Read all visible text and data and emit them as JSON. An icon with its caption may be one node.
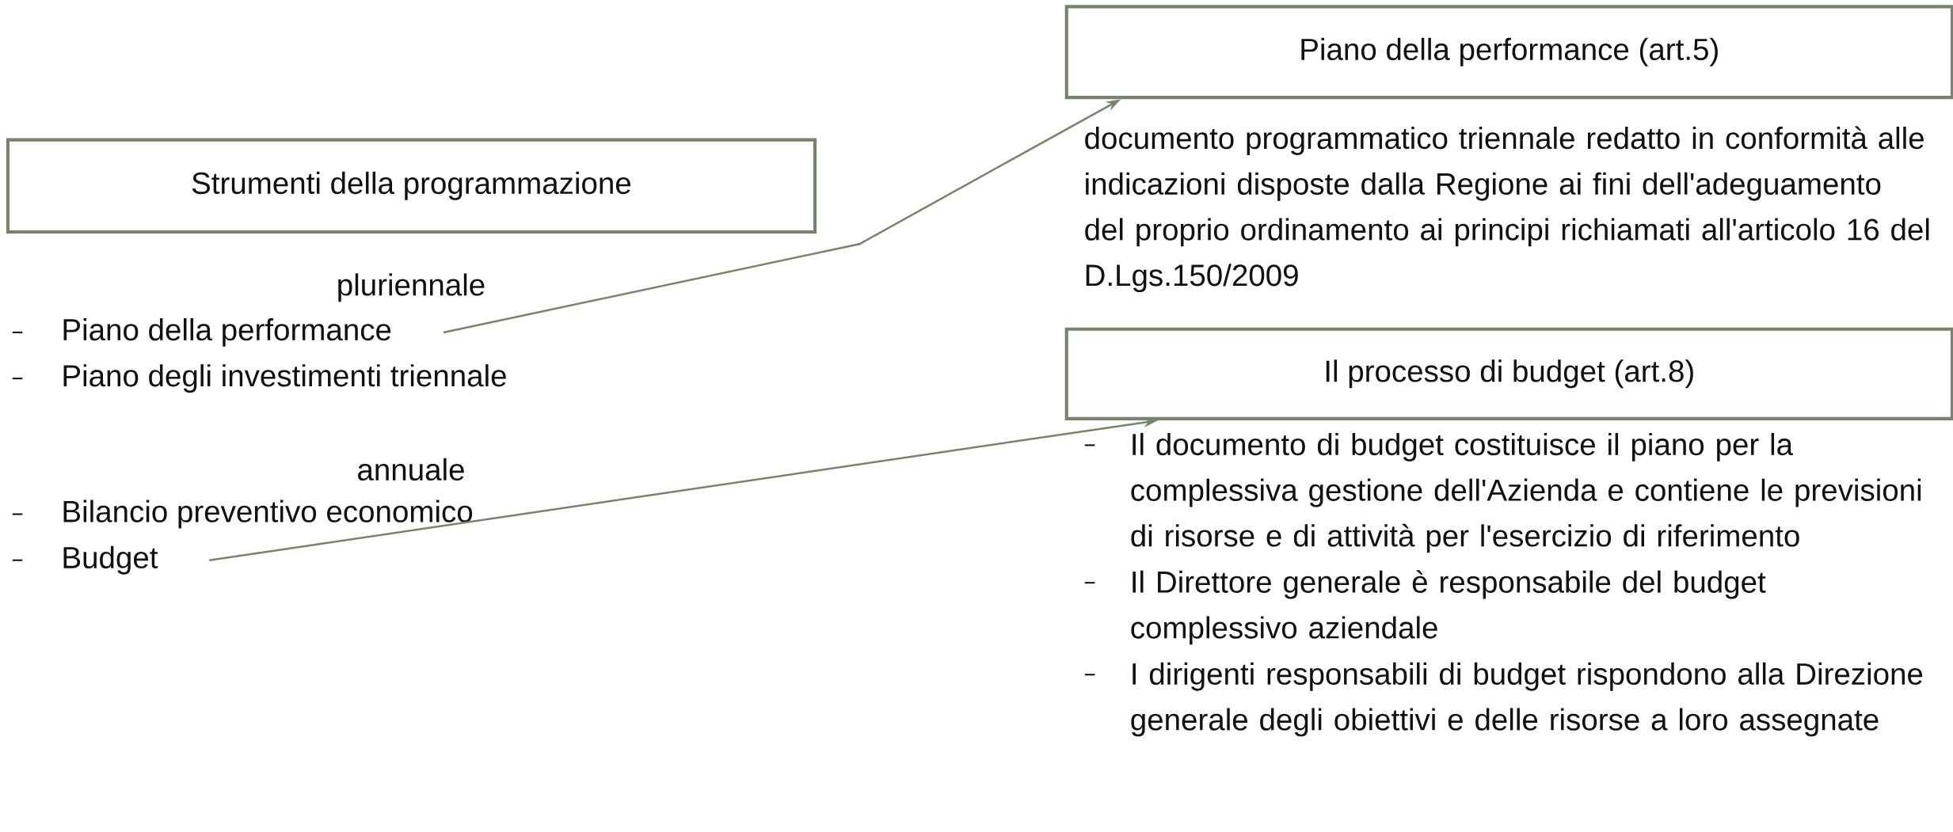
{
  "diagram": {
    "nodes": [
      {
        "text": [
          "Strumenti della programmazione"
        ]
      },
      {
        "text": [
          "Piano della performance"
        ]
      },
      {
        "text": [
          "Budget"
        ]
      },
      {
        "text": [
          "Piano della performance (art.5)"
        ],
        "beside": [
          "documento programmatico triennale redatto in conformità alle indicazioni disposte dalla Regione ai fini dell'adeguamento del proprio ordinamento ai principi richiamati all'articolo 16 del D.Lgs.150/2009"
        ]
      },
      {
        "text": [
          "Il processo di budget (art.8)"
        ],
        "beside": [
          "Il documento di budget costituisce il piano per la complessiva gestione dell'Azienda e contiene le previsioni di risorse e di attività per l'esercizio di riferimento",
          "Il Direttore generale è responsabile del budget complessivo aziendale",
          "I dirigenti responsabili di budget rispondono alla Direzione generale degli obiettivi e delle risorse a loro assegnate"
        ]
      }
    ],
    "edges": [
      {
        "from": 1,
        "to": 3,
        "arrow": "to"
      },
      {
        "from": 2,
        "to": 4,
        "arrow": "to"
      }
    ],
    "labels": [
      "pluriennale",
      "Piano degli investimenti triennale",
      "annuale",
      "Bilancio preventivo economico"
    ]
  }
}
